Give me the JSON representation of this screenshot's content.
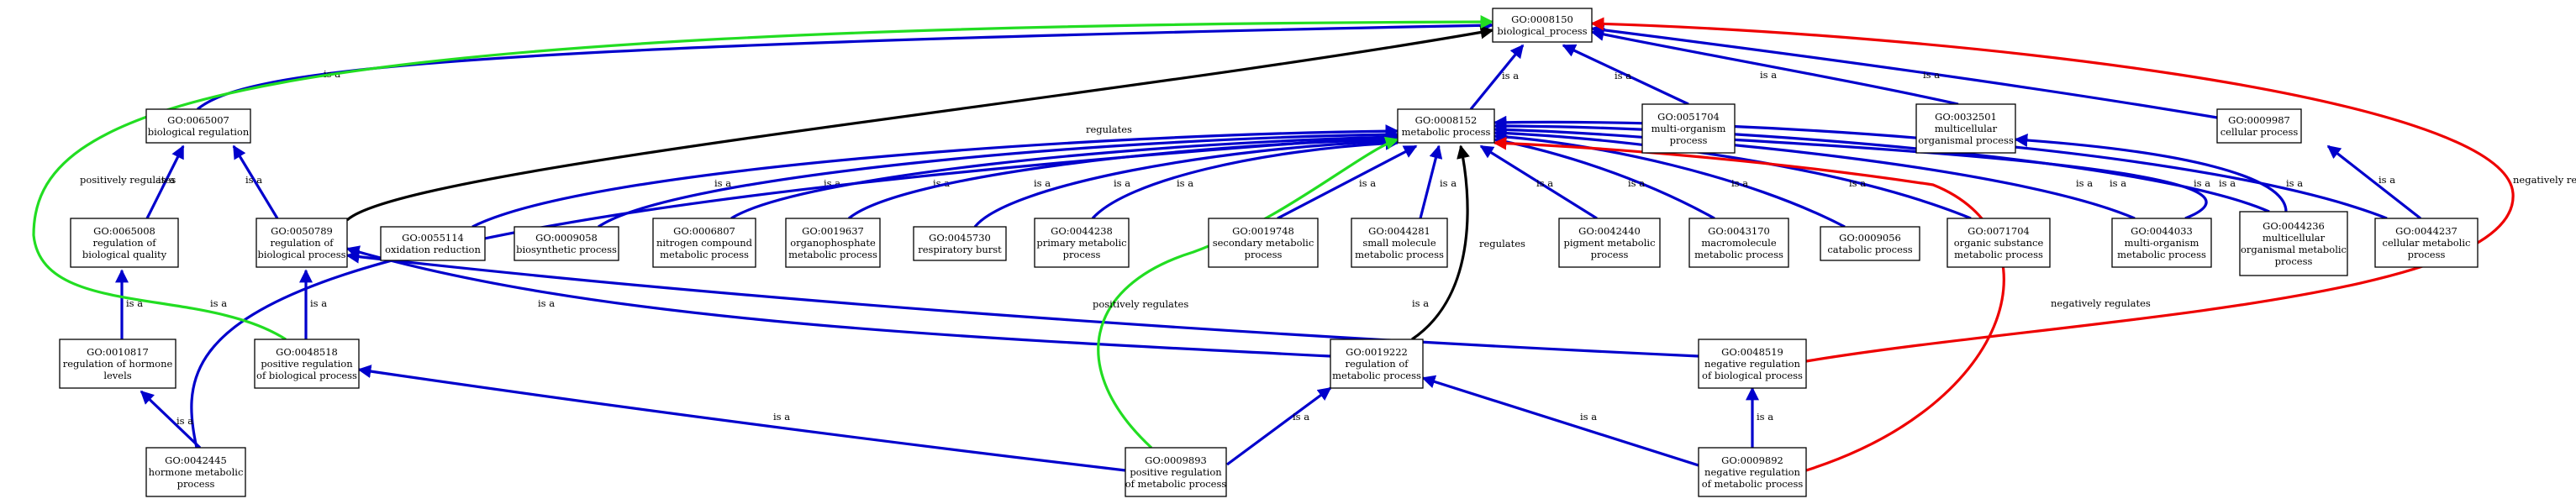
{
  "colors": {
    "is_a": "#0000cc",
    "regulates": "#000000",
    "positively_regulates": "#22dd22",
    "negatively_regulates": "#ee0000"
  },
  "nodes": [
    {
      "id": "GO:0008150",
      "lines": [
        "GO:0008150",
        "biological_process"
      ]
    },
    {
      "id": "GO:0065007",
      "lines": [
        "GO:0065007",
        "biological regulation"
      ]
    },
    {
      "id": "GO:0008152",
      "lines": [
        "GO:0008152",
        "metabolic process"
      ]
    },
    {
      "id": "GO:0051704",
      "lines": [
        "GO:0051704",
        "multi-organism",
        "process"
      ]
    },
    {
      "id": "GO:0032501",
      "lines": [
        "GO:0032501",
        "multicellular",
        "organismal process"
      ]
    },
    {
      "id": "GO:0009987",
      "lines": [
        "GO:0009987",
        "cellular process"
      ]
    },
    {
      "id": "GO:0065008",
      "lines": [
        "GO:0065008",
        "regulation of",
        "biological quality"
      ]
    },
    {
      "id": "GO:0050789",
      "lines": [
        "GO:0050789",
        "regulation of",
        "biological process"
      ]
    },
    {
      "id": "GO:0055114",
      "lines": [
        "GO:0055114",
        "oxidation reduction"
      ]
    },
    {
      "id": "GO:0009058",
      "lines": [
        "GO:0009058",
        "biosynthetic process"
      ]
    },
    {
      "id": "GO:0006807",
      "lines": [
        "GO:0006807",
        "nitrogen compound",
        "metabolic process"
      ]
    },
    {
      "id": "GO:0019637",
      "lines": [
        "GO:0019637",
        "organophosphate",
        "metabolic process"
      ]
    },
    {
      "id": "GO:0045730",
      "lines": [
        "GO:0045730",
        "respiratory burst"
      ]
    },
    {
      "id": "GO:0044238",
      "lines": [
        "GO:0044238",
        "primary metabolic",
        "process"
      ]
    },
    {
      "id": "GO:0019748",
      "lines": [
        "GO:0019748",
        "secondary metabolic",
        "process"
      ]
    },
    {
      "id": "GO:0044281",
      "lines": [
        "GO:0044281",
        "small molecule",
        "metabolic process"
      ]
    },
    {
      "id": "GO:0042440",
      "lines": [
        "GO:0042440",
        "pigment metabolic",
        "process"
      ]
    },
    {
      "id": "GO:0043170",
      "lines": [
        "GO:0043170",
        "macromolecule",
        "metabolic process"
      ]
    },
    {
      "id": "GO:0009056",
      "lines": [
        "GO:0009056",
        "catabolic process"
      ]
    },
    {
      "id": "GO:0071704",
      "lines": [
        "GO:0071704",
        "organic substance",
        "metabolic process"
      ]
    },
    {
      "id": "GO:0044033",
      "lines": [
        "GO:0044033",
        "multi-organism",
        "metabolic process"
      ]
    },
    {
      "id": "GO:0044236",
      "lines": [
        "GO:0044236",
        "multicellular",
        "organismal metabolic",
        "process"
      ]
    },
    {
      "id": "GO:0044237",
      "lines": [
        "GO:0044237",
        "cellular metabolic",
        "process"
      ]
    },
    {
      "id": "GO:0010817",
      "lines": [
        "GO:0010817",
        "regulation of hormone",
        "levels"
      ]
    },
    {
      "id": "GO:0048518",
      "lines": [
        "GO:0048518",
        "positive regulation",
        "of biological process"
      ]
    },
    {
      "id": "GO:0019222",
      "lines": [
        "GO:0019222",
        "regulation of",
        "metabolic process"
      ]
    },
    {
      "id": "GO:0048519",
      "lines": [
        "GO:0048519",
        "negative regulation",
        "of biological process"
      ]
    },
    {
      "id": "GO:0042445",
      "lines": [
        "GO:0042445",
        "hormone metabolic",
        "process"
      ]
    },
    {
      "id": "GO:0009893",
      "lines": [
        "GO:0009893",
        "positive regulation",
        "of metabolic process"
      ]
    },
    {
      "id": "GO:0009892",
      "lines": [
        "GO:0009892",
        "negative regulation",
        "of metabolic process"
      ]
    }
  ],
  "edges": [
    {
      "from": "GO:0065007",
      "to": "GO:0008150",
      "type": "is_a",
      "label": "is a"
    },
    {
      "from": "GO:0008152",
      "to": "GO:0008150",
      "type": "is_a",
      "label": "is a"
    },
    {
      "from": "GO:0051704",
      "to": "GO:0008150",
      "type": "is_a",
      "label": "is a"
    },
    {
      "from": "GO:0032501",
      "to": "GO:0008150",
      "type": "is_a",
      "label": "is a"
    },
    {
      "from": "GO:0009987",
      "to": "GO:0008150",
      "type": "is_a",
      "label": "is a"
    },
    {
      "from": "GO:0065008",
      "to": "GO:0065007",
      "type": "is_a",
      "label": "is a"
    },
    {
      "from": "GO:0050789",
      "to": "GO:0065007",
      "type": "is_a",
      "label": "is a"
    },
    {
      "from": "GO:0050789",
      "to": "GO:0008150",
      "type": "regulates",
      "label": "regulates"
    },
    {
      "from": "GO:0055114",
      "to": "GO:0008152",
      "type": "is_a",
      "label": "is a"
    },
    {
      "from": "GO:0009058",
      "to": "GO:0008152",
      "type": "is_a",
      "label": "is a"
    },
    {
      "from": "GO:0006807",
      "to": "GO:0008152",
      "type": "is_a",
      "label": "is a"
    },
    {
      "from": "GO:0019637",
      "to": "GO:0008152",
      "type": "is_a",
      "label": "is a"
    },
    {
      "from": "GO:0045730",
      "to": "GO:0008152",
      "type": "is_a",
      "label": "is a"
    },
    {
      "from": "GO:0044238",
      "to": "GO:0008152",
      "type": "is_a",
      "label": "is a"
    },
    {
      "from": "GO:0019748",
      "to": "GO:0008152",
      "type": "is_a",
      "label": "is a"
    },
    {
      "from": "GO:0044281",
      "to": "GO:0008152",
      "type": "is_a",
      "label": "is a"
    },
    {
      "from": "GO:0042440",
      "to": "GO:0008152",
      "type": "is_a",
      "label": "is a"
    },
    {
      "from": "GO:0043170",
      "to": "GO:0008152",
      "type": "is_a",
      "label": "is a"
    },
    {
      "from": "GO:0009056",
      "to": "GO:0008152",
      "type": "is_a",
      "label": "is a"
    },
    {
      "from": "GO:0071704",
      "to": "GO:0008152",
      "type": "is_a",
      "label": "is a"
    },
    {
      "from": "GO:0044033",
      "to": "GO:0008152",
      "type": "is_a",
      "label": "is a"
    },
    {
      "from": "GO:0044236",
      "to": "GO:0008152",
      "type": "is_a",
      "label": "is a"
    },
    {
      "from": "GO:0044237",
      "to": "GO:0008152",
      "type": "is_a",
      "label": "is a"
    },
    {
      "from": "GO:0042445",
      "to": "GO:0008152",
      "type": "is_a",
      "label": "is a"
    },
    {
      "from": "GO:0044033",
      "to": "GO:0051704",
      "type": "is_a",
      "label": "is a"
    },
    {
      "from": "GO:0044236",
      "to": "GO:0032501",
      "type": "is_a",
      "label": "is a"
    },
    {
      "from": "GO:0044237",
      "to": "GO:0009987",
      "type": "is_a",
      "label": "is a"
    },
    {
      "from": "GO:0010817",
      "to": "GO:0065008",
      "type": "is_a",
      "label": "is a"
    },
    {
      "from": "GO:0042445",
      "to": "GO:0010817",
      "type": "is_a",
      "label": "is a"
    },
    {
      "from": "GO:0048518",
      "to": "GO:0050789",
      "type": "is_a",
      "label": "is a"
    },
    {
      "from": "GO:0048518",
      "to": "GO:0008150",
      "type": "positively_regulates",
      "label": "positively regulates"
    },
    {
      "from": "GO:0019222",
      "to": "GO:0050789",
      "type": "is_a",
      "label": "is a"
    },
    {
      "from": "GO:0019222",
      "to": "GO:0008152",
      "type": "regulates",
      "label": "regulates"
    },
    {
      "from": "GO:0048519",
      "to": "GO:0050789",
      "type": "is_a",
      "label": "is a"
    },
    {
      "from": "GO:0048519",
      "to": "GO:0008150",
      "type": "negatively_regulates",
      "label": "negatively regulates"
    },
    {
      "from": "GO:0009893",
      "to": "GO:0048518",
      "type": "is_a",
      "label": "is a"
    },
    {
      "from": "GO:0009893",
      "to": "GO:0019222",
      "type": "is_a",
      "label": "is a"
    },
    {
      "from": "GO:0009893",
      "to": "GO:0008152",
      "type": "positively_regulates",
      "label": "positively regulates"
    },
    {
      "from": "GO:0009892",
      "to": "GO:0048519",
      "type": "is_a",
      "label": "is a"
    },
    {
      "from": "GO:0009892",
      "to": "GO:0019222",
      "type": "is_a",
      "label": "is a"
    },
    {
      "from": "GO:0009892",
      "to": "GO:0008152",
      "type": "negatively_regulates",
      "label": "negatively regulates"
    }
  ]
}
